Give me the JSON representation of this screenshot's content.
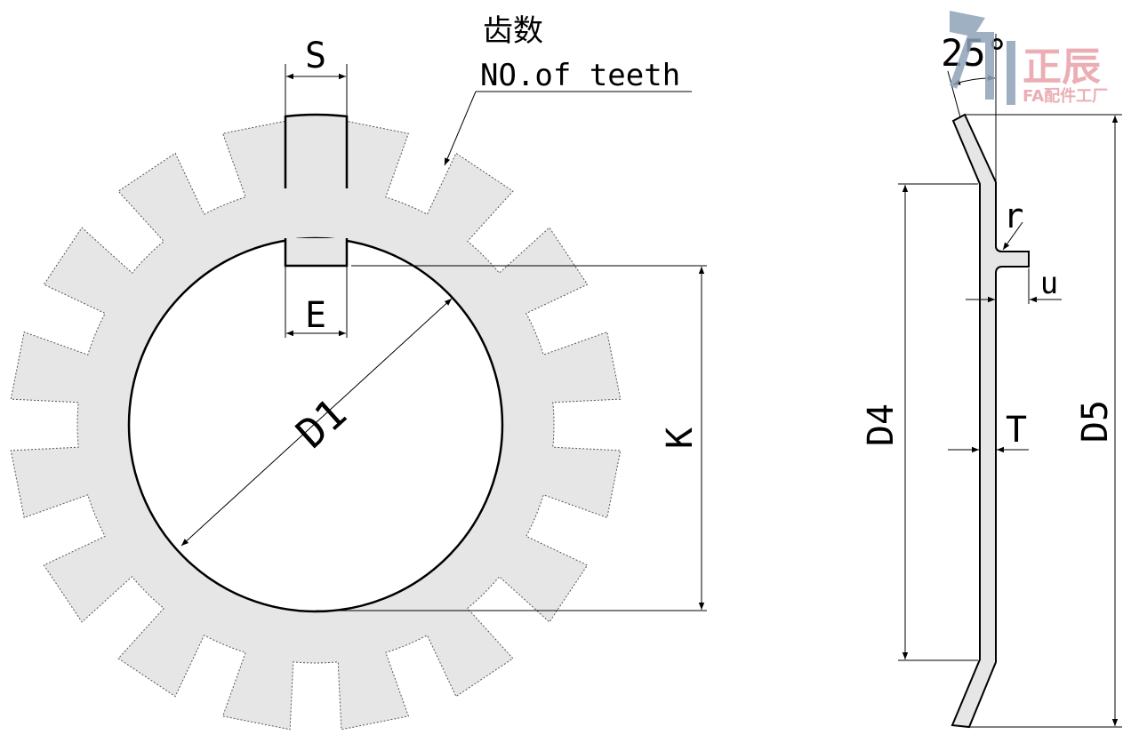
{
  "labels": {
    "teeth_cn": "齿数",
    "teeth_en": "NO.of teeth",
    "S": "S",
    "E": "E",
    "D1": "D1",
    "K": "K",
    "D4": "D4",
    "T": "T",
    "D5": "D5",
    "angle": "25°",
    "r": "r",
    "u": "u"
  },
  "watermark": {
    "name": "正辰",
    "sub": "FA配件工厂",
    "color": "#e8a0a8",
    "logo_color": "#8fa3b8"
  },
  "colors": {
    "washer_fill": "#e6e6e6",
    "line": "#000000"
  },
  "washer": {
    "teeth_count": 16
  }
}
